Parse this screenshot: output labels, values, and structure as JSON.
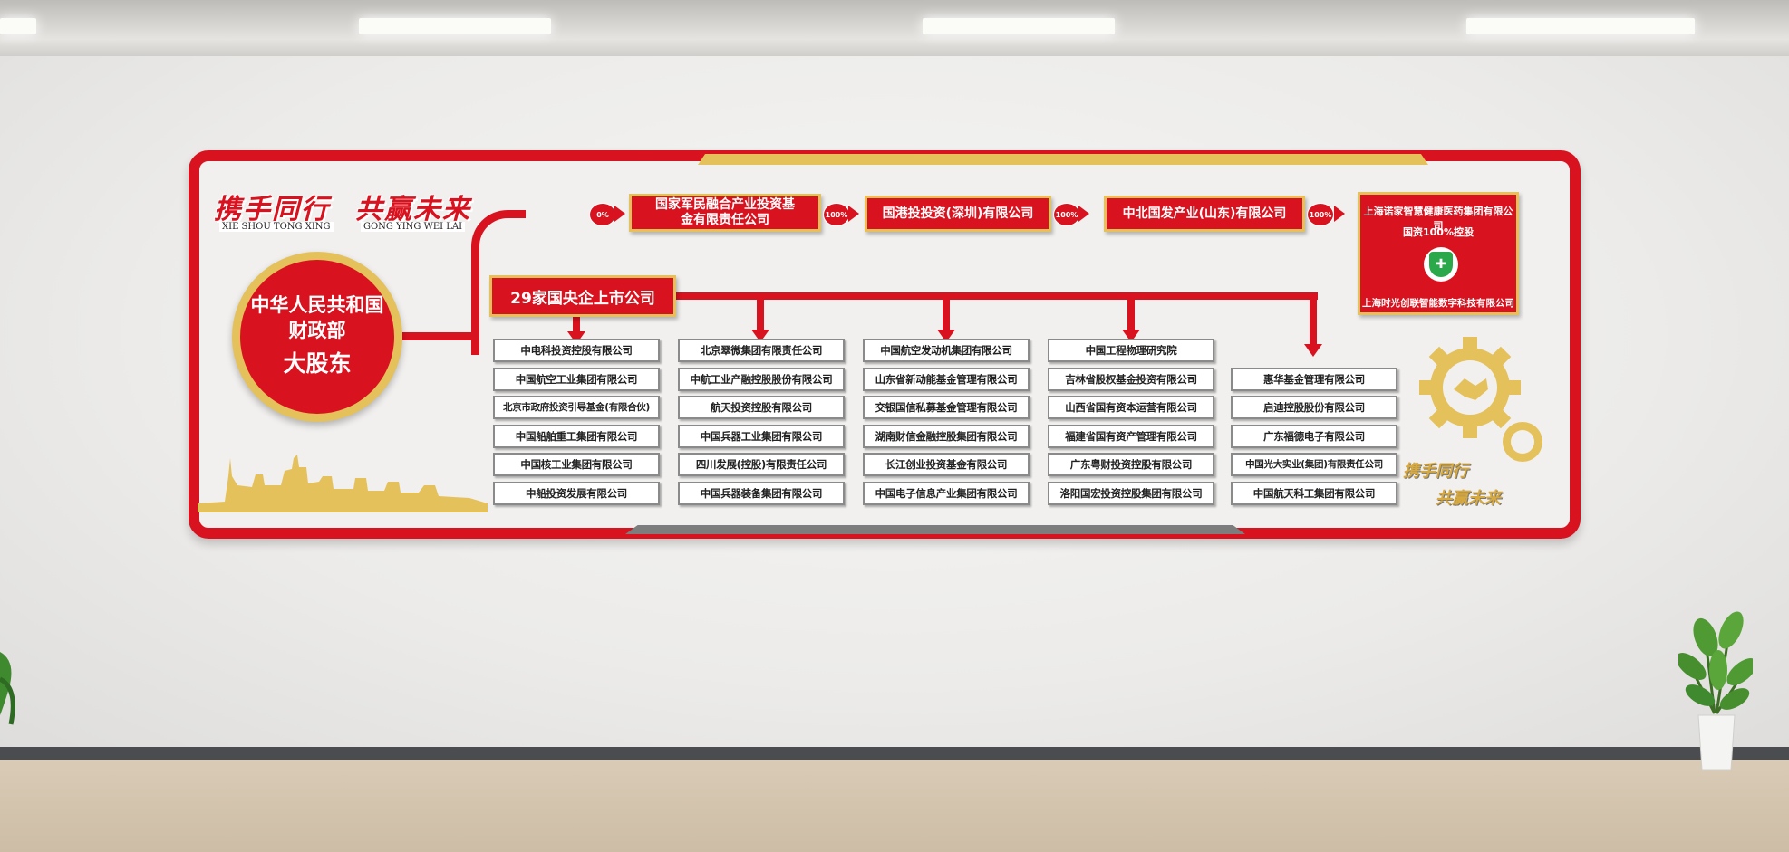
{
  "slogan": {
    "left": "携手同行",
    "right": "共赢未来",
    "left_pinyin": "XIE SHOU TONG XING",
    "right_pinyin": "GONG YING WEI LAI"
  },
  "shareholder": {
    "line1": "中华人民共和国",
    "line2": "财政部",
    "line3": "大股东"
  },
  "chain": {
    "pct_labels": [
      "0%",
      "100%",
      "100%",
      "100%"
    ],
    "box1": "国家军民融合产业投资基金有限责任公司",
    "box2": "国港投投资(深圳)有限公司",
    "box3": "中北国发产业(山东)有限公司",
    "final": {
      "line1": "上海诺家智慧健康医药集团有限公司",
      "line2": "国资100%控股",
      "line3": "上海时光创联智能数字科技有限公司"
    }
  },
  "central_title": "29家国央企上市公司",
  "columns": [
    [
      "中电科投资控股有限公司",
      "中国航空工业集团有限公司",
      "北京市政府投资引导基金(有限合伙)",
      "中国船舶重工集团有限公司",
      "中国核工业集团有限公司",
      "中船投资发展有限公司"
    ],
    [
      "北京翠微集团有限责任公司",
      "中航工业产融控股股份有限公司",
      "航天投资控股有限公司",
      "中国兵器工业集团有限公司",
      "四川发展(控股)有限责任公司",
      "中国兵器装备集团有限公司"
    ],
    [
      "中国航空发动机集团有限公司",
      "山东省新动能基金管理有限公司",
      "交银国信私募基金管理有限公司",
      "湖南财信金融控股集团有限公司",
      "长江创业投资基金有限公司",
      "中国电子信息产业集团有限公司"
    ],
    [
      "中国工程物理研究院",
      "吉林省股权基金投资有限公司",
      "山西省国有资本运营有限公司",
      "福建省国有资产管理有限公司",
      "广东粤财投资控股有限公司",
      "洛阳国宏投资控股集团有限公司"
    ],
    [
      "惠华基金管理有限公司",
      "启迪控股股份有限公司",
      "广东福德电子有限公司",
      "中国光大实业(集团)有限责任公司",
      "中国航天科工集团有限公司"
    ]
  ],
  "side_slogan": {
    "line1": "携手同行",
    "line2": "共赢未来"
  },
  "colors": {
    "brand_red": "#d8121e",
    "gold": "#e5c15c",
    "wall": "#ecebe9"
  }
}
